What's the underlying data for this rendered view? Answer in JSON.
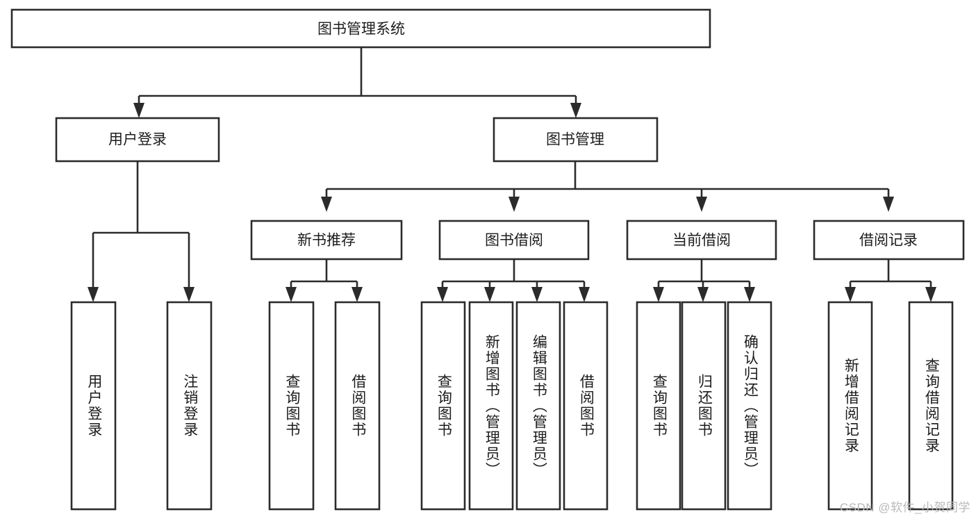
{
  "diagram": {
    "kind": "tree-hierarchy-diagram",
    "root": {
      "label": "图书管理系统"
    },
    "level2": [
      {
        "label": "用户登录"
      },
      {
        "label": "图书管理"
      }
    ],
    "level3": [
      {
        "label": "新书推荐"
      },
      {
        "label": "图书借阅"
      },
      {
        "label": "当前借阅"
      },
      {
        "label": "借阅记录"
      }
    ],
    "leaves": {
      "user_login": [
        {
          "label": "用户登录"
        },
        {
          "label": "注销登录"
        }
      ],
      "new_book_recommend": [
        {
          "label": "查询图书"
        },
        {
          "label": "借阅图书"
        }
      ],
      "book_borrow": [
        {
          "label": "查询图书"
        },
        {
          "label": "新增图书（管理员）"
        },
        {
          "label": "编辑图书（管理员）"
        },
        {
          "label": "借阅图书"
        }
      ],
      "current_borrow": [
        {
          "label": "查询图书"
        },
        {
          "label": "归还图书"
        },
        {
          "label": "确认归还（管理员）"
        }
      ],
      "borrow_record": [
        {
          "label": "新增借阅记录"
        },
        {
          "label": "查询借阅记录"
        }
      ]
    }
  },
  "watermark": {
    "text": "CSDN @软件_小贺同学"
  },
  "colors": {
    "stroke": "#2b2b2b",
    "box_fill": "#ffffff",
    "text": "#1c1c1c",
    "watermark": "#b9b9b9",
    "background": "#ffffff"
  }
}
